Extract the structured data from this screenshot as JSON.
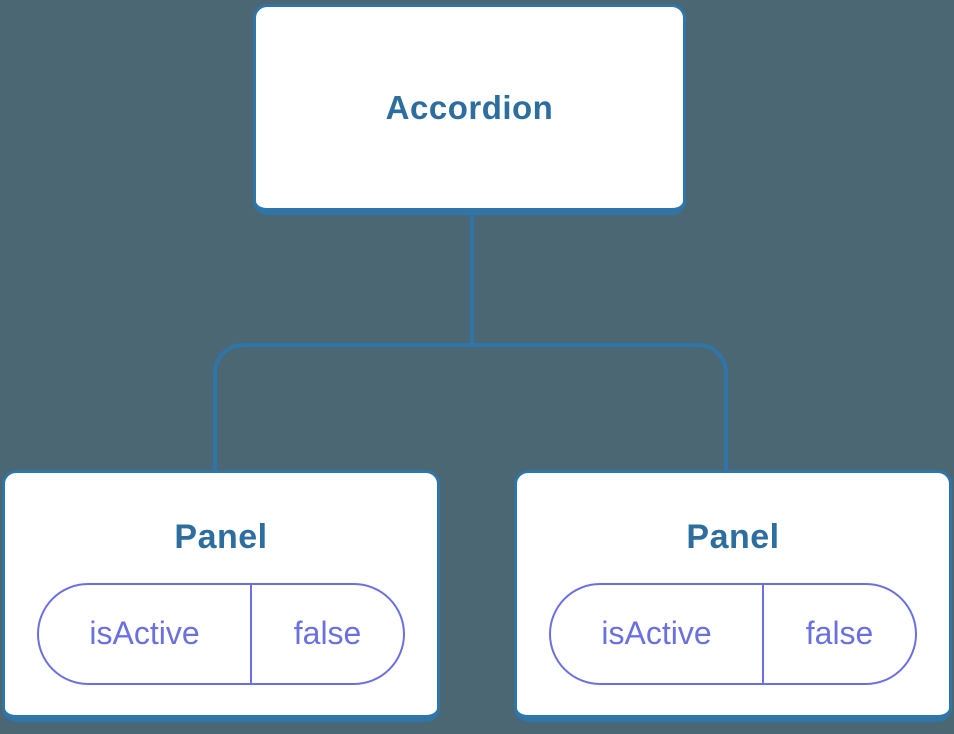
{
  "diagram": {
    "type": "component-tree",
    "colors": {
      "background": "#4B6774",
      "connector": "#2F75A8",
      "node_border": "#2F75A8",
      "node_fill": "#FFFFFF",
      "node_text": "#2E6E9F",
      "state_accent": "#6B70E0"
    },
    "root": {
      "label": "Accordion"
    },
    "panels": [
      {
        "label": "Panel",
        "state": {
          "key": "isActive",
          "value": "false"
        }
      },
      {
        "label": "Panel",
        "state": {
          "key": "isActive",
          "value": "false"
        }
      }
    ]
  }
}
